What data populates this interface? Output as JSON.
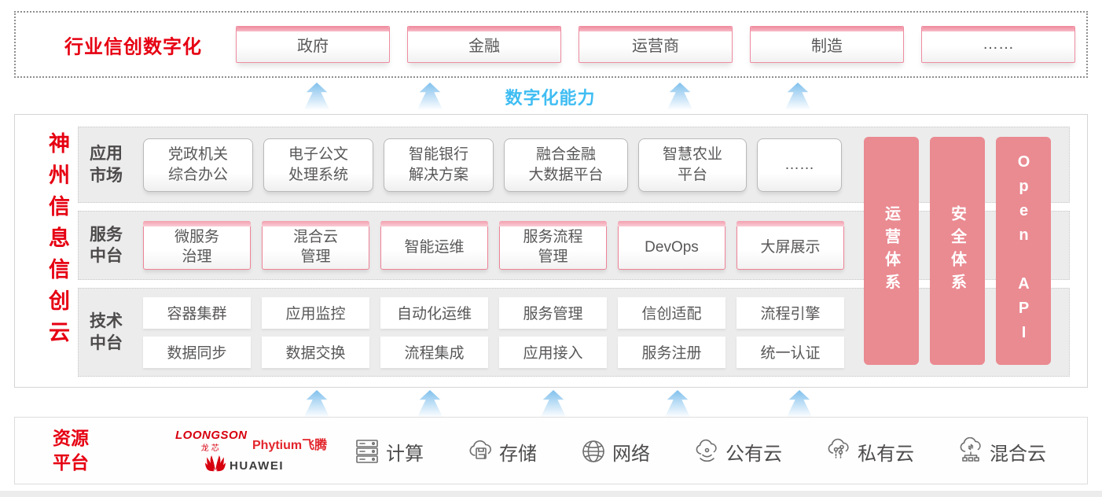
{
  "top": {
    "label": "行业信创数字化",
    "industries": [
      "政府",
      "金融",
      "运营商",
      "制造",
      "……"
    ]
  },
  "capability": {
    "label": "数字化能力"
  },
  "platform": {
    "title": "神州信息信创云",
    "rows": [
      {
        "label": "应用\n市场",
        "items": [
          "党政机关\n综合办公",
          "电子公文\n处理系统",
          "智能银行\n解决方案",
          "融合金融\n大数据平台",
          "智慧农业\n平台",
          "……"
        ]
      },
      {
        "label": "服务\n中台",
        "items": [
          "微服务\n治理",
          "混合云\n管理",
          "智能运维",
          "服务流程\n管理",
          "DevOps",
          "大屏展示"
        ]
      },
      {
        "label": "技术\n中台",
        "items_top": [
          "容器集群",
          "应用监控",
          "自动化运维",
          "服务管理",
          "信创适配",
          "流程引擎"
        ],
        "items_bottom": [
          "数据同步",
          "数据交换",
          "流程集成",
          "应用接入",
          "服务注册",
          "统一认证"
        ]
      }
    ],
    "pillars": [
      "运营体系",
      "安全体系",
      "Open API"
    ]
  },
  "resources": {
    "label": "资源\n平台",
    "vendors": {
      "loongson": "LOONGSON",
      "loongson_cn": "龙芯",
      "phytium": "Phytium飞腾",
      "huawei": "HUAWEI"
    },
    "items": [
      {
        "icon": "server-icon",
        "label": "计算"
      },
      {
        "icon": "storage-cloud-icon",
        "label": "存储"
      },
      {
        "icon": "network-globe-icon",
        "label": "网络"
      },
      {
        "icon": "public-cloud-icon",
        "label": "公有云"
      },
      {
        "icon": "private-cloud-icon",
        "label": "私有云"
      },
      {
        "icon": "hybrid-cloud-icon",
        "label": "混合云"
      }
    ]
  },
  "colors": {
    "brand_red": "#e60012",
    "pillar_pink": "#ea8a91",
    "capability_blue": "#3fbdf2",
    "box_text_gray": "#595757"
  }
}
